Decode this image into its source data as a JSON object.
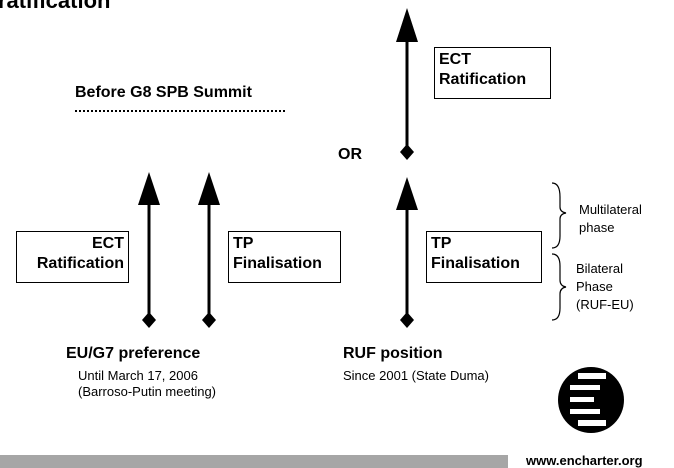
{
  "header": {
    "title_fragment": "ratification"
  },
  "before_summit": {
    "label": "Before G8 SPB Summit"
  },
  "or_label": "OR",
  "boxes": {
    "left_ect": {
      "line1": "ECT",
      "line2": "Ratification"
    },
    "left_tp": {
      "line1": "TP",
      "line2": "Finalisation"
    },
    "right_tp": {
      "line1": "TP",
      "line2": "Finalisation"
    },
    "top_ect": {
      "line1": "ECT",
      "line2": "Ratification"
    }
  },
  "phases": {
    "multilateral": {
      "line1": "Multilateral",
      "line2": "phase"
    },
    "bilateral": {
      "line1": "Bilateral",
      "line2": "Phase",
      "line3": "(RUF-EU)"
    }
  },
  "eu_g7": {
    "heading": "EU/G7 preference",
    "line1": "Until March 17, 2006",
    "line2": "(Barroso-Putin meeting)"
  },
  "ruf": {
    "heading": "RUF position",
    "line1": "Since 2001 (State Duma)"
  },
  "footer": {
    "url": "www.encharter.org"
  },
  "colors": {
    "ink": "#000000",
    "footer_bar": "#a6a6a6"
  }
}
